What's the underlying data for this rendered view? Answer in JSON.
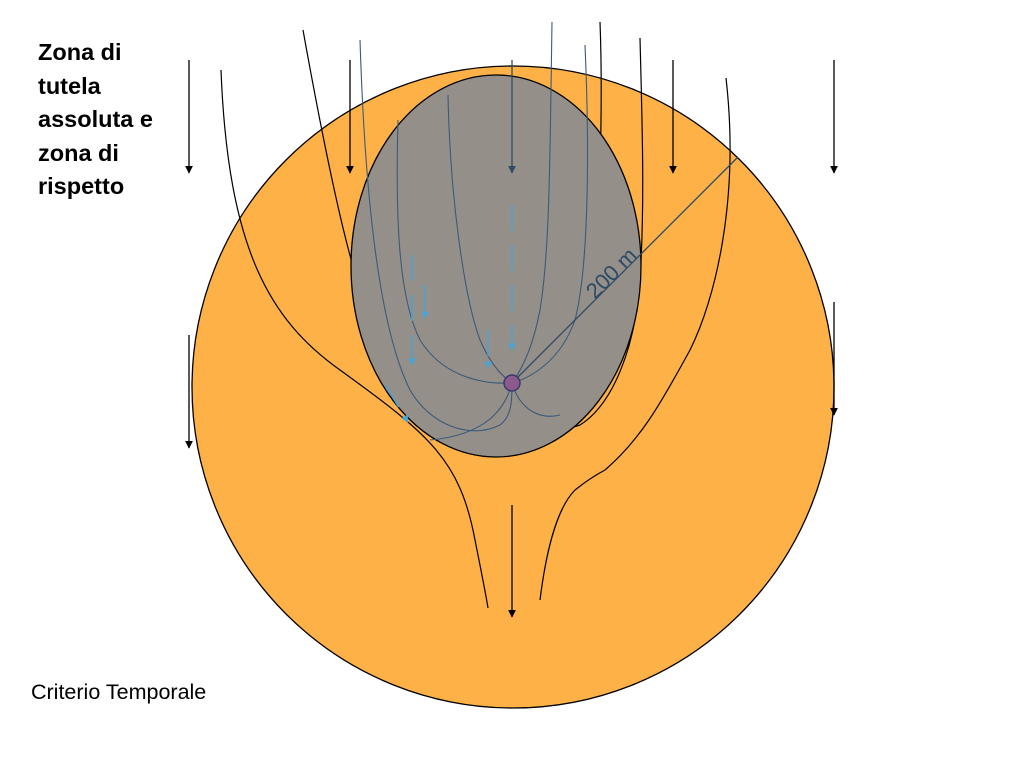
{
  "title_lines": [
    "Zona di",
    "tutela",
    "assoluta e",
    "zona di",
    "rispetto"
  ],
  "caption": "Criterio Temporale",
  "radius_label": "200 m",
  "colors": {
    "outer_zone": "#fdb147",
    "inner_zone": "#949089",
    "well": "#8c5a8c",
    "flow_inner": "#3a5a7a",
    "arrow_cyan": "#4aa3d6"
  },
  "icons": [
    "flow-arrow",
    "well-point"
  ]
}
